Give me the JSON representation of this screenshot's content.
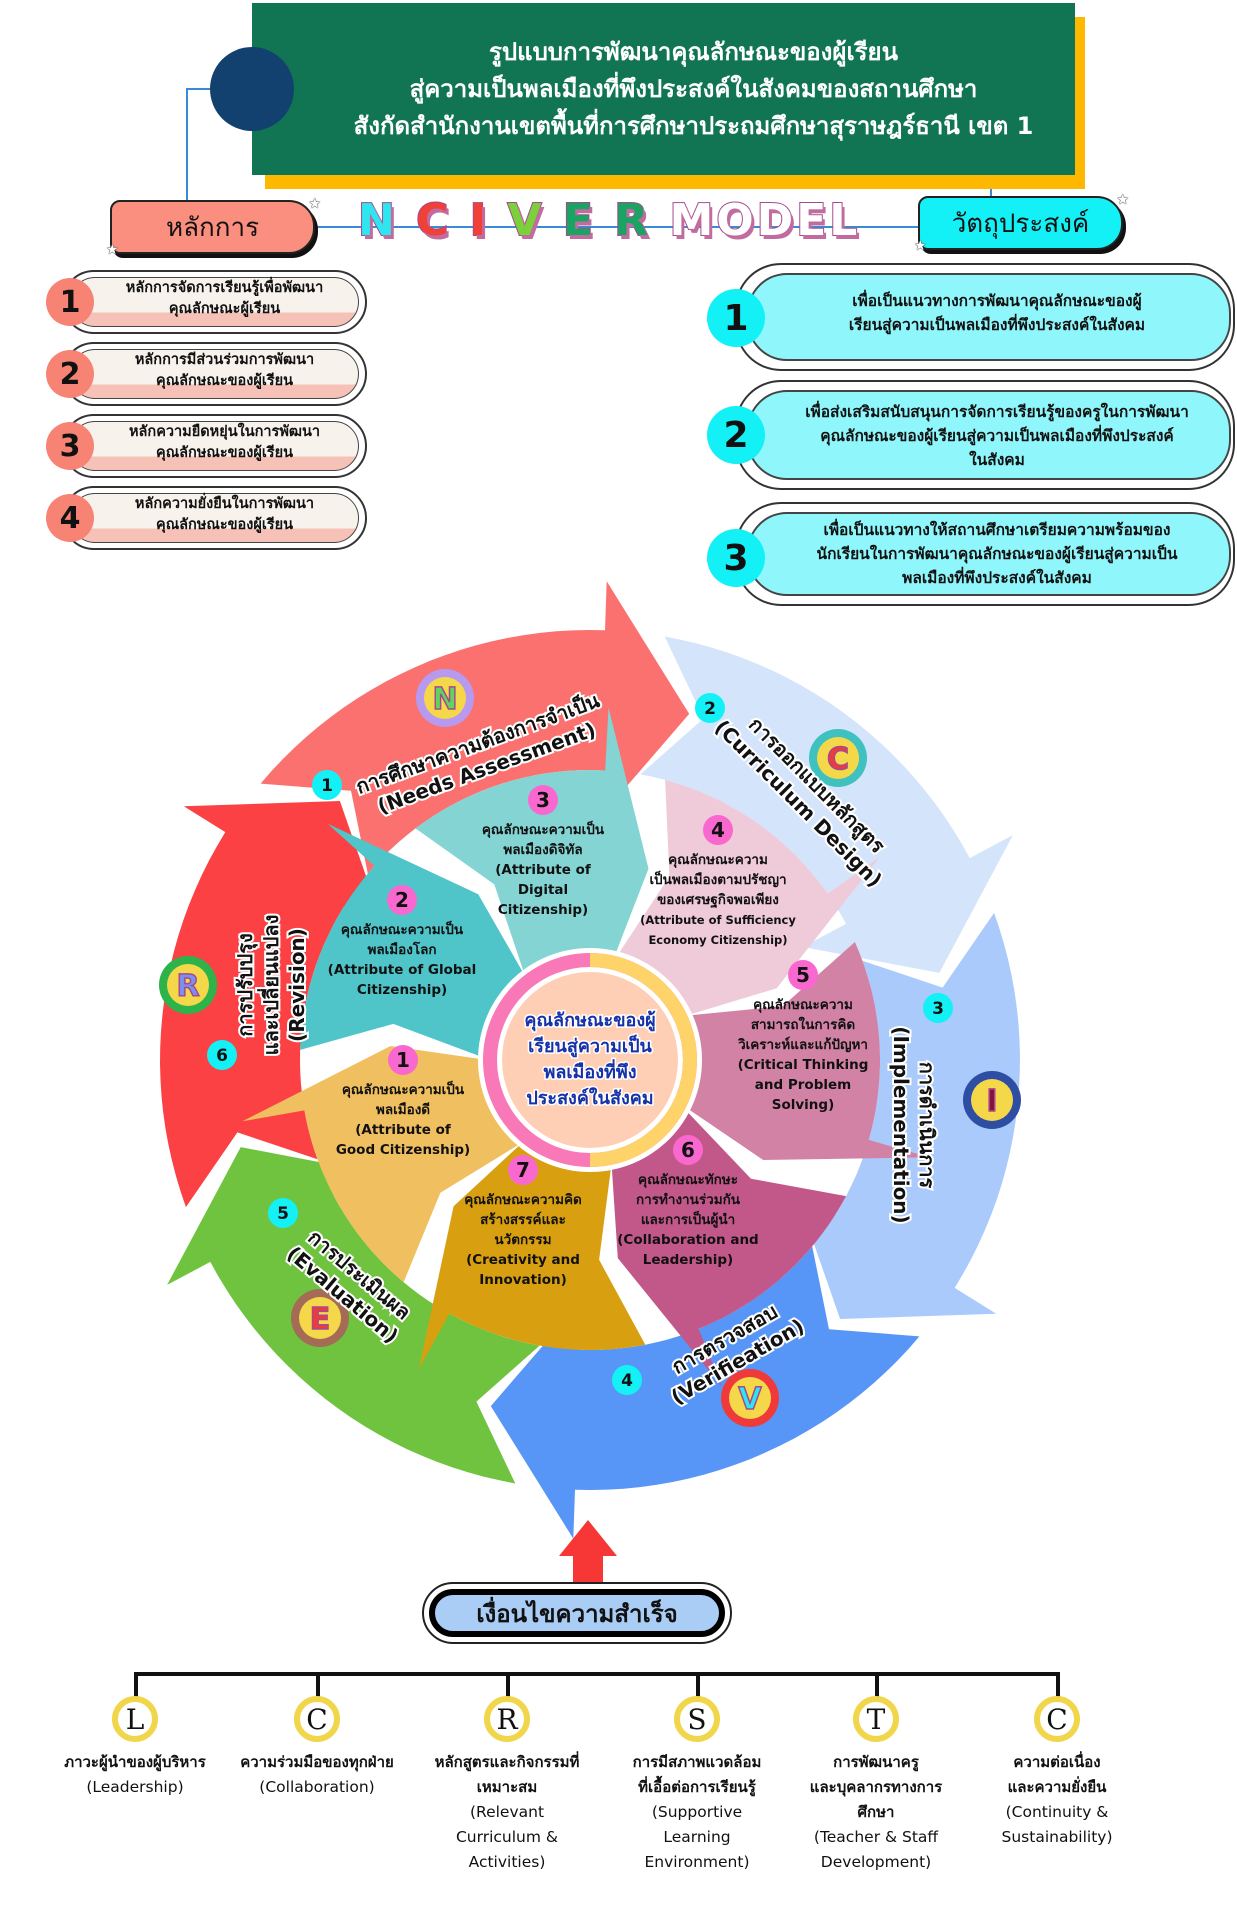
{
  "header": {
    "title_lines": [
      "รูปแบบการพัฒนาคุณลักษณะของผู้เรียน",
      "สู่ความเป็นพลเมืองที่พึงประสงค์ในสังคมของสถานศึกษา",
      "สังกัดสำนักงานเขตพื้นที่การศึกษาประถมศึกษาสุราษฎร์ธานี เขต 1"
    ],
    "colors": {
      "box": "#117553",
      "shadow": "#ffb800",
      "dot": "#13416f"
    }
  },
  "model_title": {
    "letters": [
      "N",
      "C",
      "I",
      "V",
      "E",
      "R"
    ],
    "suffix": "MODEL",
    "letter_colors": [
      "#2ee6f0",
      "#f04038",
      "#f04038",
      "#7ad13a",
      "#1aa463",
      "#1aa463"
    ]
  },
  "principles": {
    "label": "หลักการ",
    "items": [
      {
        "num": "1",
        "lines": [
          "หลักการจัดการเรียนรู้เพื่อพัฒนา",
          "คุณลักษณะผู้เรียน"
        ]
      },
      {
        "num": "2",
        "lines": [
          "หลักการมีส่วนร่วมการพัฒนา",
          "คุณลักษณะของผู้เรียน"
        ]
      },
      {
        "num": "3",
        "lines": [
          "หลักความยืดหยุ่นในการพัฒนา",
          "คุณลักษณะของผู้เรียน"
        ]
      },
      {
        "num": "4",
        "lines": [
          "หลักความยั่งยืนในการพัฒนา",
          "คุณลักษณะของผู้เรียน"
        ]
      }
    ]
  },
  "objectives": {
    "label": "วัตถุประสงค์",
    "items": [
      {
        "num": "1",
        "lines": [
          "เพื่อเป็นแนวทางการพัฒนาคุณลักษณะของผู้",
          "เรียนสู่ความเป็นพลเมืองที่พึงประสงค์ในสังคม"
        ]
      },
      {
        "num": "2",
        "lines": [
          "เพื่อส่งเสริมสนับสนุนการจัดการเรียนรู้ของครูในการพัฒนา",
          "คุณลักษณะของผู้เรียนสู่ความเป็นพลเมืองที่พึงประสงค์",
          "ในสังคม"
        ]
      },
      {
        "num": "3",
        "lines": [
          "เพื่อเป็นแนวทางให้สถานศึกษาเตรียมความพร้อมของ",
          "นักเรียนในการพัฒนาคุณลักษณะของผู้เรียนสู่ความเป็น",
          "พลเมืองที่พึงประสงค์ในสังคม"
        ]
      }
    ]
  },
  "cycle": {
    "steps": [
      {
        "num": "1",
        "letter": "N",
        "th": "การศึกษาความต้องการจำเป็น",
        "en": "(Needs Assessment)",
        "color": "#fb716f"
      },
      {
        "num": "2",
        "letter": "C",
        "th": "การออกแบบหลักสูตร",
        "en": "(Curriculum Design)",
        "color": "#d3e4fb"
      },
      {
        "num": "3",
        "letter": "I",
        "th": "การดำเนินการ",
        "en": "(Implementation)",
        "color": "#a9cafb"
      },
      {
        "num": "4",
        "letter": "V",
        "th": "การตรวจสอบ",
        "en": "(Verifieation)",
        "color": "#5796f6"
      },
      {
        "num": "5",
        "letter": "E",
        "th": "การประเมินผล",
        "en": "(Evaluation)",
        "color": "#6fc33e"
      },
      {
        "num": "6",
        "letter": "R",
        "th": "การปรับปรุงและเปลี่ยนแปลง",
        "th_lines": [
          "การปรับปรุง",
          "และเปลี่ยนแปลง"
        ],
        "en": "(Revision)",
        "color": "#fb4143"
      }
    ],
    "attributes": [
      {
        "num": "1",
        "lines": [
          "คุณลักษณะความเป็น",
          "พลเมืองดี",
          "(Attribute of",
          "Good Citizenship)"
        ],
        "color": "#f0c060"
      },
      {
        "num": "2",
        "lines": [
          "คุณลักษณะความเป็น",
          "พลเมืองโลก",
          "(Attribute of Global",
          "Citizenship)"
        ],
        "color": "#4fc4c9"
      },
      {
        "num": "3",
        "lines": [
          "คุณลักษณะความเป็น",
          "พลเมืองดิจิทัล",
          "(Attribute of",
          "Digital",
          "Citizenship)"
        ],
        "color": "#84d4d4"
      },
      {
        "num": "4",
        "lines": [
          "คุณลักษณะความ",
          "เป็นพลเมืองตามปรัชญา",
          "ของเศรษฐกิจพอเพียง",
          "(Attribute of Sufficiency",
          "Economy Citizenship)"
        ],
        "color": "#efcad8"
      },
      {
        "num": "5",
        "lines": [
          "คุณลักษณะความ",
          "สามารถในการคิด",
          "วิเคราะห์และแก้ปัญหา",
          "(Critical Thinking",
          "and Problem",
          "Solving)"
        ],
        "color": "#d283a5"
      },
      {
        "num": "6",
        "lines": [
          "คุณลักษณะทักษะ",
          "การทำงานร่วมกัน",
          "และการเป็นผู้นำ",
          "(Collaboration and",
          "Leadership)"
        ],
        "color": "#c2578a"
      },
      {
        "num": "7",
        "lines": [
          "คุณลักษณะความคิด",
          "สร้างสรรค์และ",
          "นวัตกรรม",
          "(Creativity and",
          "Innovation)"
        ],
        "color": "#d8a010"
      }
    ],
    "center_lines": [
      "คุณลักษณะของผู้",
      "เรียนสู่ความเป็น",
      "พลเมืองที่พึง",
      "ประสงค์ในสังคม"
    ]
  },
  "success": {
    "label": "เงื่อนไขความสำเร็จ",
    "factors": [
      {
        "letter": "L",
        "th": [
          "ภาวะผู้นำของผู้บริหาร"
        ],
        "en": [
          "(Leadership)"
        ]
      },
      {
        "letter": "C",
        "th": [
          "ความร่วมมือของทุกฝ่าย"
        ],
        "en": [
          "(Collaboration)"
        ]
      },
      {
        "letter": "R",
        "th": [
          "หลักสูตรและกิจกรรมที่",
          "เหมาะสม"
        ],
        "en": [
          "(Relevant",
          "Curriculum &",
          "Activities)"
        ]
      },
      {
        "letter": "S",
        "th": [
          "การมีสภาพแวดล้อม",
          "ที่เอื้อต่อการเรียนรู้"
        ],
        "en": [
          "(Supportive",
          "Learning",
          "Environment)"
        ]
      },
      {
        "letter": "T",
        "th": [
          "การพัฒนาครู",
          "และบุคลากรทางการ",
          "ศึกษา"
        ],
        "en": [
          "(Teacher & Staff",
          "Development)"
        ]
      },
      {
        "letter": "C",
        "th": [
          "ความต่อเนื่อง",
          "และความยั่งยืน"
        ],
        "en": [
          "(Continuity &",
          "Sustainability)"
        ]
      }
    ]
  }
}
